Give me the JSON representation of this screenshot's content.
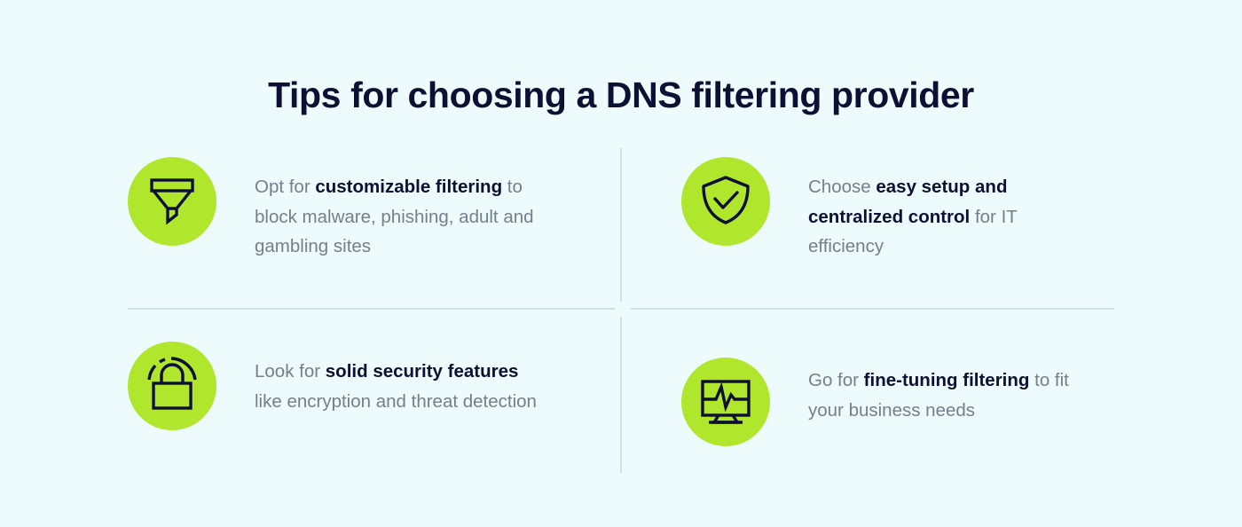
{
  "page": {
    "title": "Tips for choosing a DNS filtering provider",
    "background_color": "#EDFBFC",
    "accent_color": "#B0E62B",
    "heading_color": "#0D1033",
    "body_text_color": "#737F8C",
    "divider_color": "#CFE1E7"
  },
  "tips": [
    {
      "icon": "funnel-icon",
      "lead": "Opt for ",
      "emphasis": "customizable filtering",
      "trail": " to block malware, phishing, adult and gambling sites"
    },
    {
      "icon": "shield-check-icon",
      "lead": "Choose ",
      "emphasis": "easy setup and centralized control",
      "trail": " for IT efficiency"
    },
    {
      "icon": "padlock-signal-icon",
      "lead": "Look for ",
      "emphasis": "solid security features",
      "trail": " like encryption and threat detection"
    },
    {
      "icon": "monitor-pulse-icon",
      "lead": "Go for ",
      "emphasis": "fine-tuning filtering",
      "trail": " to fit your business needs"
    }
  ]
}
